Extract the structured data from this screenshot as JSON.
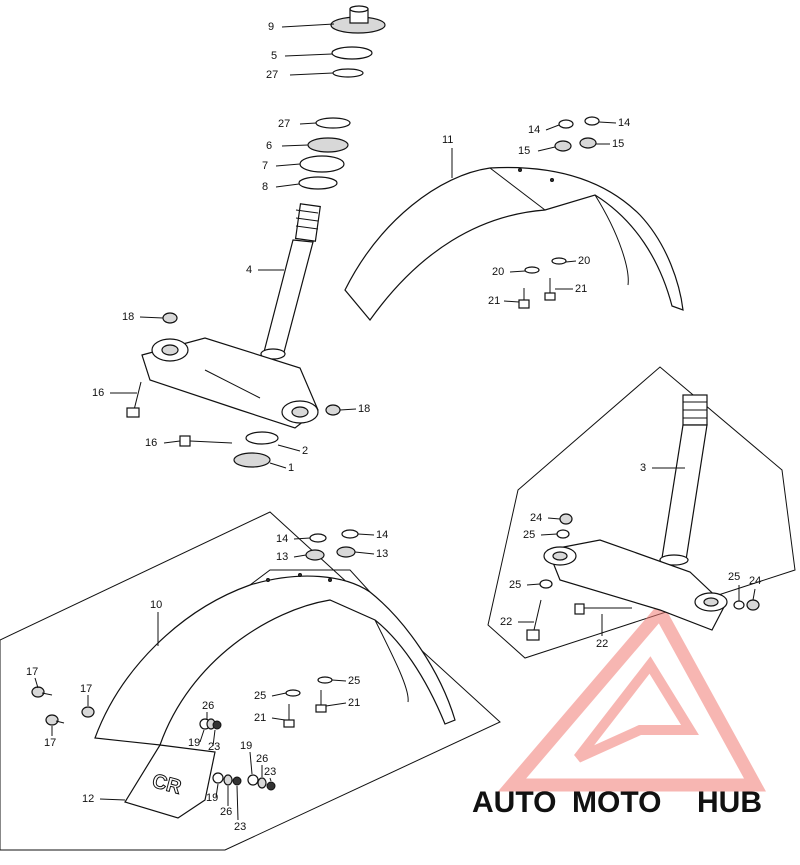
{
  "callouts": [
    {
      "label": "9"
    },
    {
      "label": "5"
    },
    {
      "label": "27"
    },
    {
      "label": "27"
    },
    {
      "label": "6"
    },
    {
      "label": "7"
    },
    {
      "label": "8"
    },
    {
      "label": "4"
    },
    {
      "label": "18"
    },
    {
      "label": "16"
    },
    {
      "label": "18"
    },
    {
      "label": "16"
    },
    {
      "label": "2"
    },
    {
      "label": "1"
    },
    {
      "label": "11"
    },
    {
      "label": "14"
    },
    {
      "label": "14"
    },
    {
      "label": "15"
    },
    {
      "label": "15"
    },
    {
      "label": "20"
    },
    {
      "label": "20"
    },
    {
      "label": "21"
    },
    {
      "label": "21"
    },
    {
      "label": "3"
    },
    {
      "label": "24"
    },
    {
      "label": "25"
    },
    {
      "label": "25"
    },
    {
      "label": "25"
    },
    {
      "label": "24"
    },
    {
      "label": "22"
    },
    {
      "label": "22"
    },
    {
      "label": "14"
    },
    {
      "label": "14"
    },
    {
      "label": "13"
    },
    {
      "label": "13"
    },
    {
      "label": "10"
    },
    {
      "label": "17"
    },
    {
      "label": "17"
    },
    {
      "label": "17"
    },
    {
      "label": "26"
    },
    {
      "label": "19"
    },
    {
      "label": "23"
    },
    {
      "label": "25"
    },
    {
      "label": "25"
    },
    {
      "label": "21"
    },
    {
      "label": "21"
    },
    {
      "label": "19"
    },
    {
      "label": "26"
    },
    {
      "label": "23"
    },
    {
      "label": "12"
    },
    {
      "label": "19"
    },
    {
      "label": "26"
    },
    {
      "label": "23"
    }
  ],
  "fender_stamp": "CR",
  "logo": {
    "part_a": "AUTO",
    "part_b": "MOTO",
    "part_c": "HUB",
    "color_a": "#f7b27f",
    "color_b": "#f28e84",
    "color_c": "#8c8c8c",
    "mark_color": "#f07a72"
  }
}
